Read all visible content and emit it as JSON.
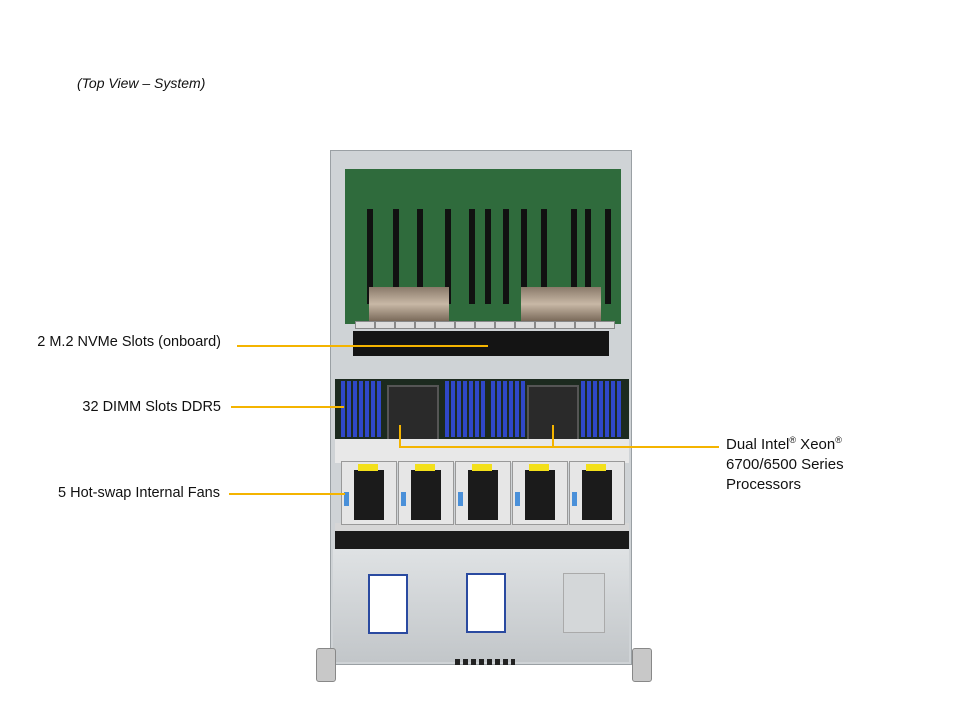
{
  "caption": "(Top View – System)",
  "callouts": {
    "m2": "2 M.2 NVMe Slots (onboard)",
    "dimm": "32 DIMM Slots DDR5",
    "fans": "5 Hot-swap Internal Fans",
    "cpu": {
      "line1_a": "Dual Intel",
      "reg1": "®",
      "line1_b": " Xeon",
      "reg2": "®",
      "line2": "6700/6500 Series",
      "line3": "Processors"
    }
  },
  "colors": {
    "callout_line": "#f4b400"
  }
}
